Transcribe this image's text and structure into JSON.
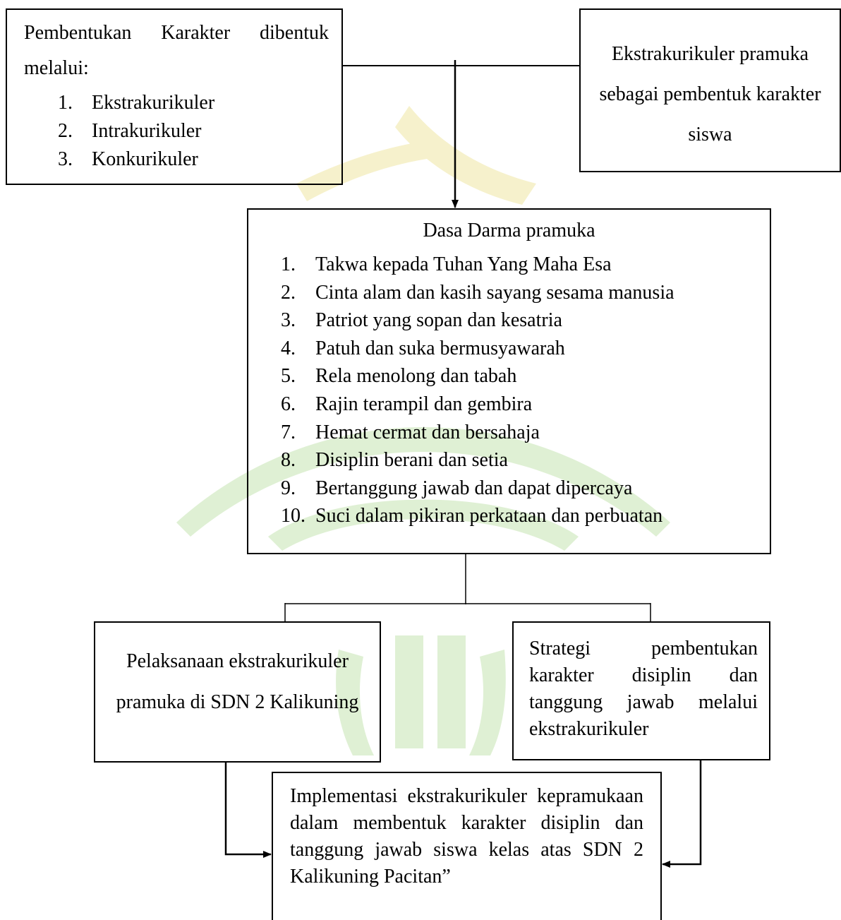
{
  "box_karakter": {
    "intro": "Pembentukan Karakter dibentuk melalui:",
    "items": [
      {
        "num": "1.",
        "text": "Ekstrakurikuler"
      },
      {
        "num": "2.",
        "text": "Intrakurikuler"
      },
      {
        "num": "3.",
        "text": "Konkurikuler"
      }
    ]
  },
  "box_pramuka": {
    "text": "Ekstrakurikuler pramuka sebagai pembentuk karakter siswa"
  },
  "box_dasa_darma": {
    "title": "Dasa Darma pramuka",
    "items": [
      {
        "num": "1.",
        "text": "Takwa kepada Tuhan Yang Maha Esa"
      },
      {
        "num": "2.",
        "text": "Cinta alam dan kasih sayang sesama manusia"
      },
      {
        "num": "3.",
        "text": "Patriot yang sopan dan kesatria"
      },
      {
        "num": "4.",
        "text": "Patuh dan suka bermusyawarah"
      },
      {
        "num": "5.",
        "text": "Rela menolong dan tabah"
      },
      {
        "num": "6.",
        "text": "Rajin terampil dan gembira"
      },
      {
        "num": "7.",
        "text": "Hemat cermat dan bersahaja"
      },
      {
        "num": "8.",
        "text": "Disiplin berani dan setia"
      },
      {
        "num": "9.",
        "text": "Bertanggung jawab dan dapat dipercaya"
      },
      {
        "num": "10.",
        "text": "Suci dalam pikiran perkataan dan perbuatan"
      }
    ]
  },
  "box_pelaksanaan": {
    "text": "Pelaksanaan ekstrakurikuler pramuka di SDN 2 Kalikuning"
  },
  "box_strategi": {
    "text": "Strategi pembentukan karakter disiplin dan tanggung jawab melalui ekstrakurikuler"
  },
  "box_implementasi": {
    "text": "Implementasi ekstrakurikuler kepramukaan dalam membentuk karakter disiplin dan tanggung jawab siswa kelas atas SDN 2 Kalikuning Pacitan”"
  },
  "colors": {
    "watermark": "#dff0d4",
    "watermark_accent": "#f6f1cc",
    "lines": "#000000"
  }
}
